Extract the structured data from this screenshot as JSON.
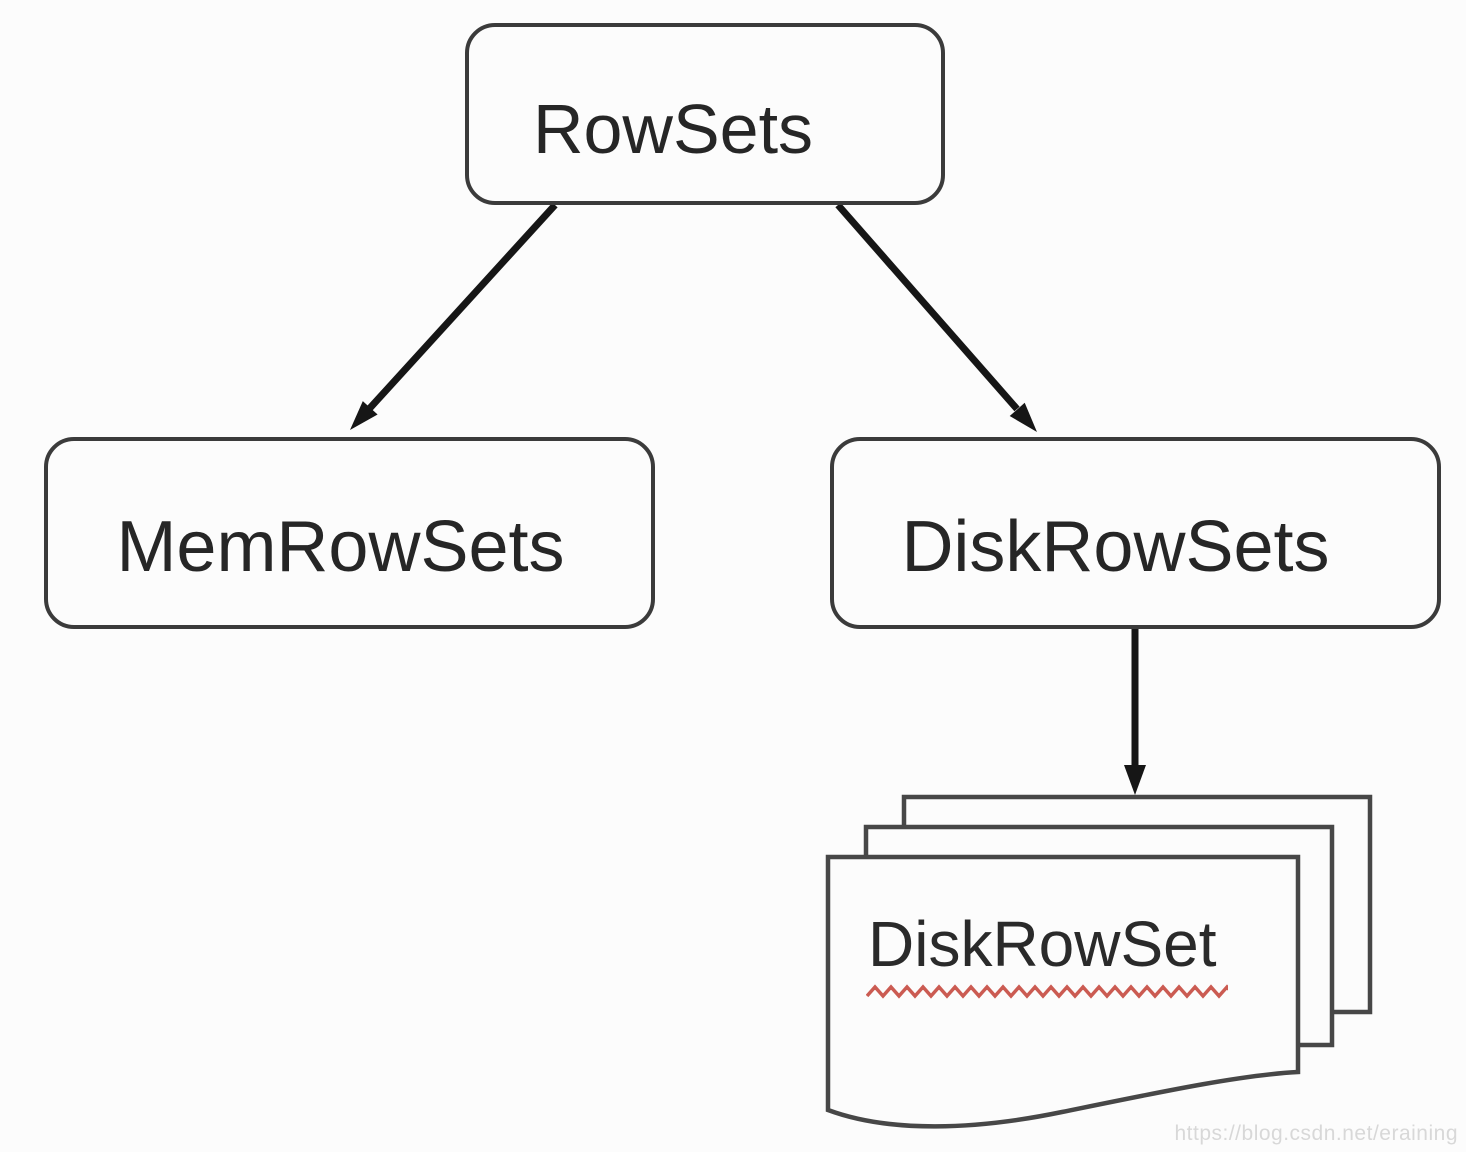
{
  "diagram": {
    "type": "hierarchy-flowchart",
    "nodes": [
      {
        "id": "rowsets",
        "label": "RowSets",
        "shape": "rounded-rect"
      },
      {
        "id": "memrowsets",
        "label": "MemRowSets",
        "shape": "rounded-rect"
      },
      {
        "id": "diskrowsets",
        "label": "DiskRowSets",
        "shape": "rounded-rect"
      },
      {
        "id": "diskrowset",
        "label": "DiskRowSet",
        "shape": "multi-document-stack",
        "decoration": "red-zigzag-underline"
      }
    ],
    "edges": [
      {
        "from": "RowSets",
        "to": "MemRowSets",
        "style": "solid-arrow"
      },
      {
        "from": "RowSets",
        "to": "DiskRowSets",
        "style": "solid-arrow"
      },
      {
        "from": "DiskRowSets",
        "to": "DiskRowSet",
        "style": "solid-arrow"
      }
    ],
    "colors": {
      "background": "#fcfcfc",
      "node_border": "#3b3b3b",
      "node_fill": "#fcfcfc",
      "arrow": "#161616",
      "text": "#262626",
      "squiggle": "#cb5b52",
      "watermark": "#d8d8d8"
    }
  },
  "watermark": {
    "text": "https://blog.csdn.net/eraining"
  }
}
